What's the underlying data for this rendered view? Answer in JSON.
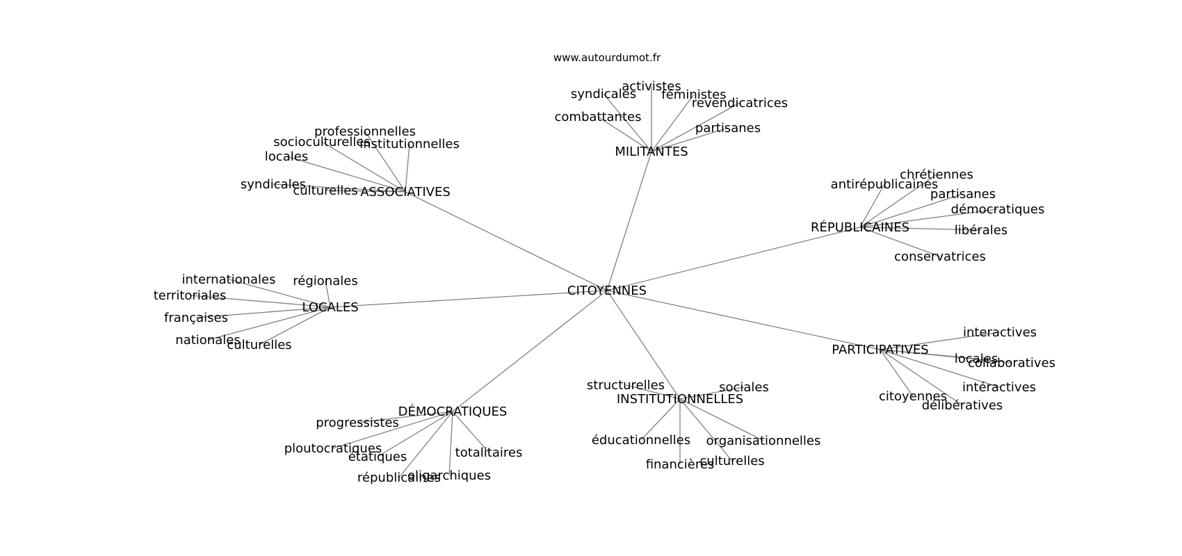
{
  "watermark": "www.autourdumot.fr",
  "colors": {
    "edge": "#808080",
    "text": "#000000",
    "background": "#ffffff"
  },
  "graph": {
    "center": "CITOYENNES",
    "hubs": [
      {
        "id": "associatives",
        "label": "ASSOCIATIVES",
        "leaves": [
          "professionnelles",
          "socioculturelles",
          "institutionnelles",
          "locales",
          "syndicales",
          "culturelles"
        ]
      },
      {
        "id": "militantes",
        "label": "MILITANTES",
        "leaves": [
          "activistes",
          "syndicales",
          "féministes",
          "revendicatrices",
          "combattantes",
          "partisanes"
        ]
      },
      {
        "id": "republicaines",
        "label": "RÉPUBLICAINES",
        "leaves": [
          "chrétiennes",
          "antirépublicaines",
          "partisanes",
          "démocratiques",
          "libérales",
          "conservatrices"
        ]
      },
      {
        "id": "locales",
        "label": "LOCALES",
        "leaves": [
          "internationales",
          "régionales",
          "territoriales",
          "françaises",
          "nationales",
          "culturelles"
        ]
      },
      {
        "id": "participatives",
        "label": "PARTICIPATIVES",
        "leaves": [
          "interactives",
          "locales",
          "collaboratives",
          "intéractives",
          "citoyennes",
          "délibératives"
        ]
      },
      {
        "id": "institutionnelles",
        "label": "INSTITUTIONNELLES",
        "leaves": [
          "structurelles",
          "sociales",
          "éducationnelles",
          "organisationnelles",
          "culturelles",
          "financières"
        ]
      },
      {
        "id": "democratiques",
        "label": "DÉMOCRATIQUES",
        "leaves": [
          "progressistes",
          "ploutocratiques",
          "étatiques",
          "totalitaires",
          "oligarchiques",
          "républicaines"
        ]
      }
    ]
  }
}
